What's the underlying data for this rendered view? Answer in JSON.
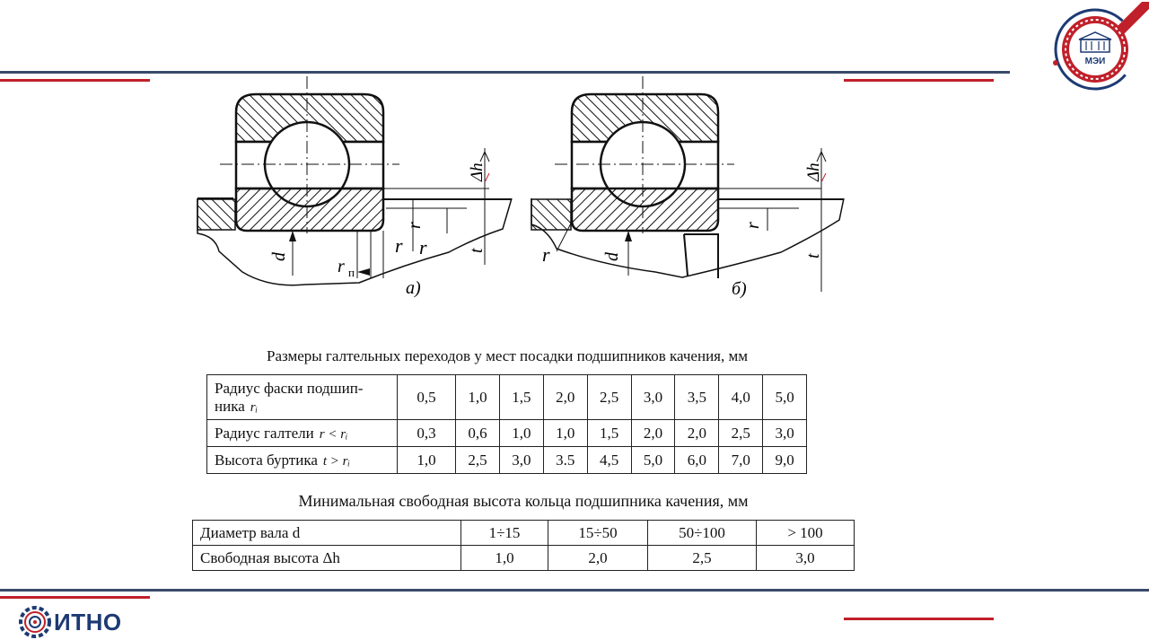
{
  "drawing": {
    "labels": {
      "a": "а)",
      "b": "б)",
      "d": "d",
      "r": "r",
      "t": "t",
      "rp": "r",
      "rp_sub": "п",
      "dh": "Δh"
    }
  },
  "table1": {
    "caption": "Размеры галтельных переходов у мест посадки подшипников качения, мм",
    "rows": [
      {
        "label_line1": "Радиус фаски подшип-",
        "label_line2": "ника",
        "sym": "rᵢ",
        "values": [
          "0,5",
          "1,0",
          "1,5",
          "2,0",
          "2,5",
          "3,0",
          "3,5",
          "4,0",
          "5,0"
        ]
      },
      {
        "label": "Радиус галтели",
        "sym": "r < rᵢ",
        "values": [
          "0,3",
          "0,6",
          "1,0",
          "1,0",
          "1,5",
          "2,0",
          "2,0",
          "2,5",
          "3,0"
        ]
      },
      {
        "label": "Высота буртика",
        "sym": "t > rᵢ",
        "values": [
          "1,0",
          "2,5",
          "3,0",
          "3.5",
          "4,5",
          "5,0",
          "6,0",
          "7,0",
          "9,0"
        ]
      }
    ]
  },
  "table2": {
    "caption": "Минимальная свободная высота кольца подшипника качения, мм",
    "rows": [
      {
        "label": "Диаметр вала d",
        "values": [
          "1÷15",
          "15÷50",
          "50÷100",
          "> 100"
        ]
      },
      {
        "label": "Свободная высота Δh",
        "values": [
          "1,0",
          "2,0",
          "2,5",
          "3,0"
        ]
      }
    ]
  },
  "footer": {
    "logo_text": "ИТНО"
  },
  "header_logo": {
    "text": "МЭИ"
  },
  "colors": {
    "navy": "#3a4a6b",
    "red": "#c0202a",
    "logo_blue": "#1d3a73"
  }
}
